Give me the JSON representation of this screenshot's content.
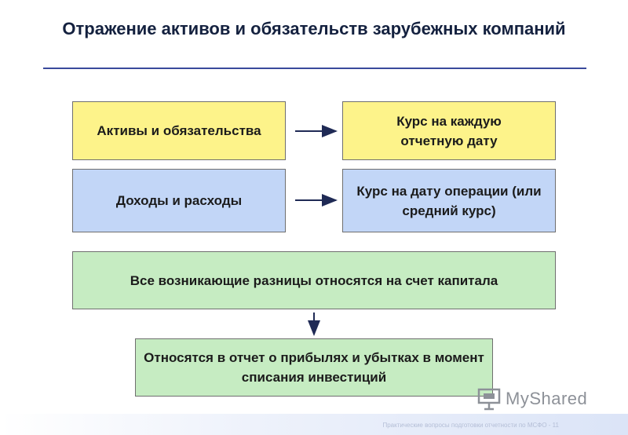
{
  "title": "Отражение активов и обязательств зарубежных компаний",
  "boxes": {
    "assets_liabilities": "Активы и обязательства",
    "rate_each_reporting_date": "Курс на каждую отчетную дату",
    "income_expenses": "Доходы и расходы",
    "rate_on_transaction_date": "Курс на дату операции (или средний курс)",
    "differences_to_equity": "Все возникающие разницы относятся на счет капитала",
    "to_profit_loss": "Относятся в отчет о прибылях и убытках в момент списания инвестиций"
  },
  "footer": {
    "text": "Практические вопросы подготовки отчетности по МСФО - 11"
  },
  "logo": {
    "text": "MyShared"
  },
  "colors": {
    "yellow_box": "#fdf38a",
    "blue_box": "#c2d6f7",
    "green_box": "#c6ecc2",
    "title_rule": "#3a4a9c",
    "arrow": "#1f2a55"
  }
}
